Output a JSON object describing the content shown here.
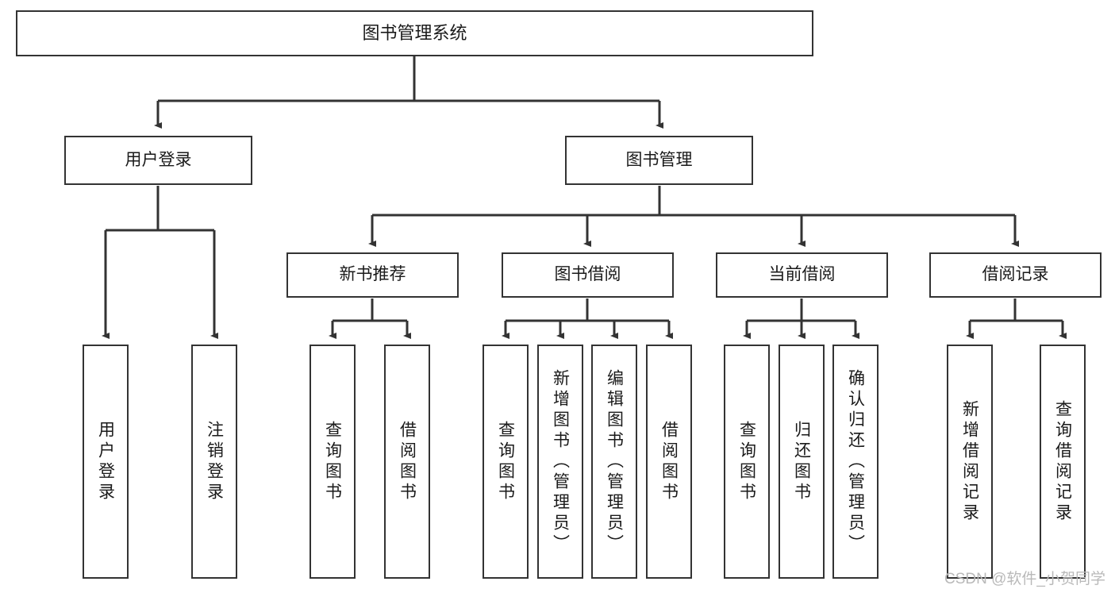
{
  "diagram": {
    "title": "图书管理系统",
    "watermark": "CSDN @软件_小贺同学",
    "colors": {
      "background": "#ffffff",
      "box_border": "#333333",
      "box_fill": "#ffffff",
      "text": "#1a1a1a",
      "edge": "#333333",
      "watermark": "#b9b9b9"
    },
    "root": {
      "label": "图书管理系统"
    },
    "level2": [
      {
        "label": "用户登录"
      },
      {
        "label": "图书管理"
      }
    ],
    "level3": [
      {
        "label": "新书推荐"
      },
      {
        "label": "图书借阅"
      },
      {
        "label": "当前借阅"
      },
      {
        "label": "借阅记录"
      }
    ],
    "leaves": {
      "user_login": [
        {
          "label": "用户登录"
        },
        {
          "label": "注销登录"
        }
      ],
      "new_book_recommend": [
        {
          "label": "查询图书"
        },
        {
          "label": "借阅图书"
        }
      ],
      "book_borrow": [
        {
          "label": "查询图书"
        },
        {
          "label": "新增图书（管理员）"
        },
        {
          "label": "编辑图书（管理员）"
        },
        {
          "label": "借阅图书"
        }
      ],
      "current_borrow": [
        {
          "label": "查询图书"
        },
        {
          "label": "归还图书"
        },
        {
          "label": "确认归还（管理员）"
        }
      ],
      "borrow_record": [
        {
          "label": "新增借阅记录"
        },
        {
          "label": "查询借阅记录"
        }
      ]
    }
  }
}
